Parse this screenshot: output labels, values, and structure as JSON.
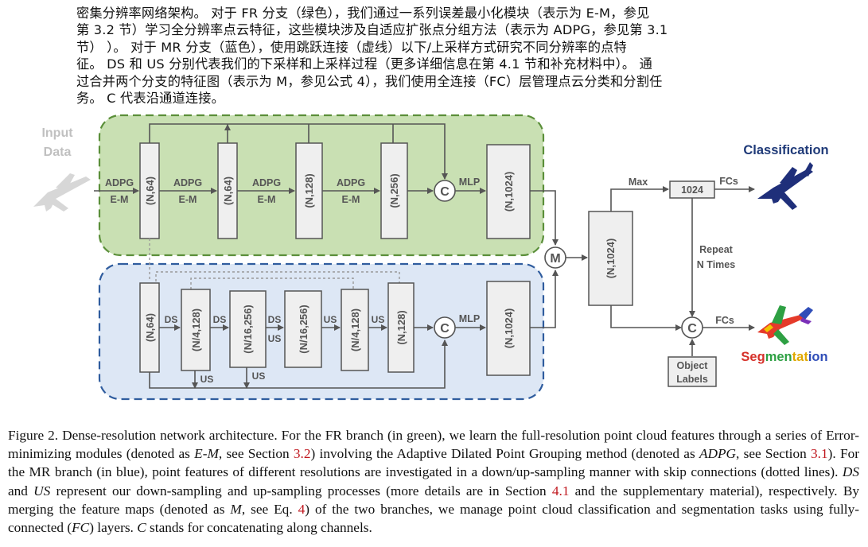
{
  "chinese_paragraph": [
    "密集分辨率网络架构。 对于 FR 分支（绿色），我们通过一系列误差最小化模块（表示为 E-M，参见",
    "第 3.2 节）学习全分辨率点云特征，这些模块涉及自适应扩张点分组方法（表示为 ADPG，参见第 3.1",
    "节） ）。 对于 MR 分支（蓝色），使用跳跃连接（虚线）以下/上采样方式研究不同分辨率的点特",
    "征。 DS 和 US 分别代表我们的下采样和上采样过程（更多详细信息在第 4.1 节和补充材料中）。 通",
    "过合并两个分支的特征图（表示为 M，参见公式 4），我们使用全连接（FC）层管理点云分类和分割任",
    "务。 C 代表沿通道连接。"
  ],
  "diagram": {
    "input_label_1": "Input",
    "input_label_2": "Data",
    "fr_branch": {
      "stage_label_1": "ADPG",
      "stage_label_2": "E-M",
      "boxes": [
        "(N,64)",
        "(N,64)",
        "(N,128)",
        "(N,256)",
        "(N,1024)"
      ],
      "mlp": "MLP"
    },
    "mr_branch": {
      "boxes": [
        "(N,64)",
        "(N/4,128)",
        "(N/16,256)",
        "(N/16,256)",
        "(N/4,128)",
        "(N,128)",
        "(N,1024)"
      ],
      "ds": "DS",
      "us": "US",
      "mlp": "MLP"
    },
    "concat_symbol": "C",
    "merge_symbol": "M",
    "merged_box": "(N,1024)",
    "max_label": "Max",
    "pooled_box": "1024",
    "fcs_label": "FCs",
    "repeat_label_1": "Repeat",
    "repeat_label_2": "N Times",
    "object_labels_1": "Object",
    "object_labels_2": "Labels",
    "classification_title": "Classification",
    "segmentation_title": "Segmentation",
    "colors": {
      "fr_fill": "#c9e0b3",
      "fr_border": "#5b8f3a",
      "mr_fill": "#dde7f5",
      "mr_border": "#2f5c9e",
      "classification": "#1f3a78"
    }
  },
  "caption": {
    "label": "Figure 2.",
    "s1": " Dense-resolution network architecture. For the FR branch (in green), we learn the full-resolution point cloud features through a series of Error-minimizing modules (denoted as ",
    "em": "E-M",
    "s2": ", see Section ",
    "ref1": "3.2",
    "s3": ") involving the Adaptive Dilated Point Grouping method (denoted as ",
    "adpg": "ADPG",
    "s4": ", see Section ",
    "ref2": "3.1",
    "s5": "). For the MR branch (in blue), point features of different resolutions are investigated in a down/up-sampling manner with skip connections (dotted lines). ",
    "ds": "DS",
    "s6": " and ",
    "us": "US",
    "s7": " represent our down-sampling and up-sampling processes (more details are in Section ",
    "ref3": "4.1",
    "s8": " and the supplementary material), respectively. By merging the feature maps (denoted as ",
    "m": "M",
    "s9": ", see Eq. ",
    "ref4": "4",
    "s10": ") of the two branches, we manage point cloud classification and segmentation tasks using fully-connected (",
    "fc": "FC",
    "s11": ") layers. ",
    "c": "C",
    "s12": " stands for concatenating along channels."
  }
}
